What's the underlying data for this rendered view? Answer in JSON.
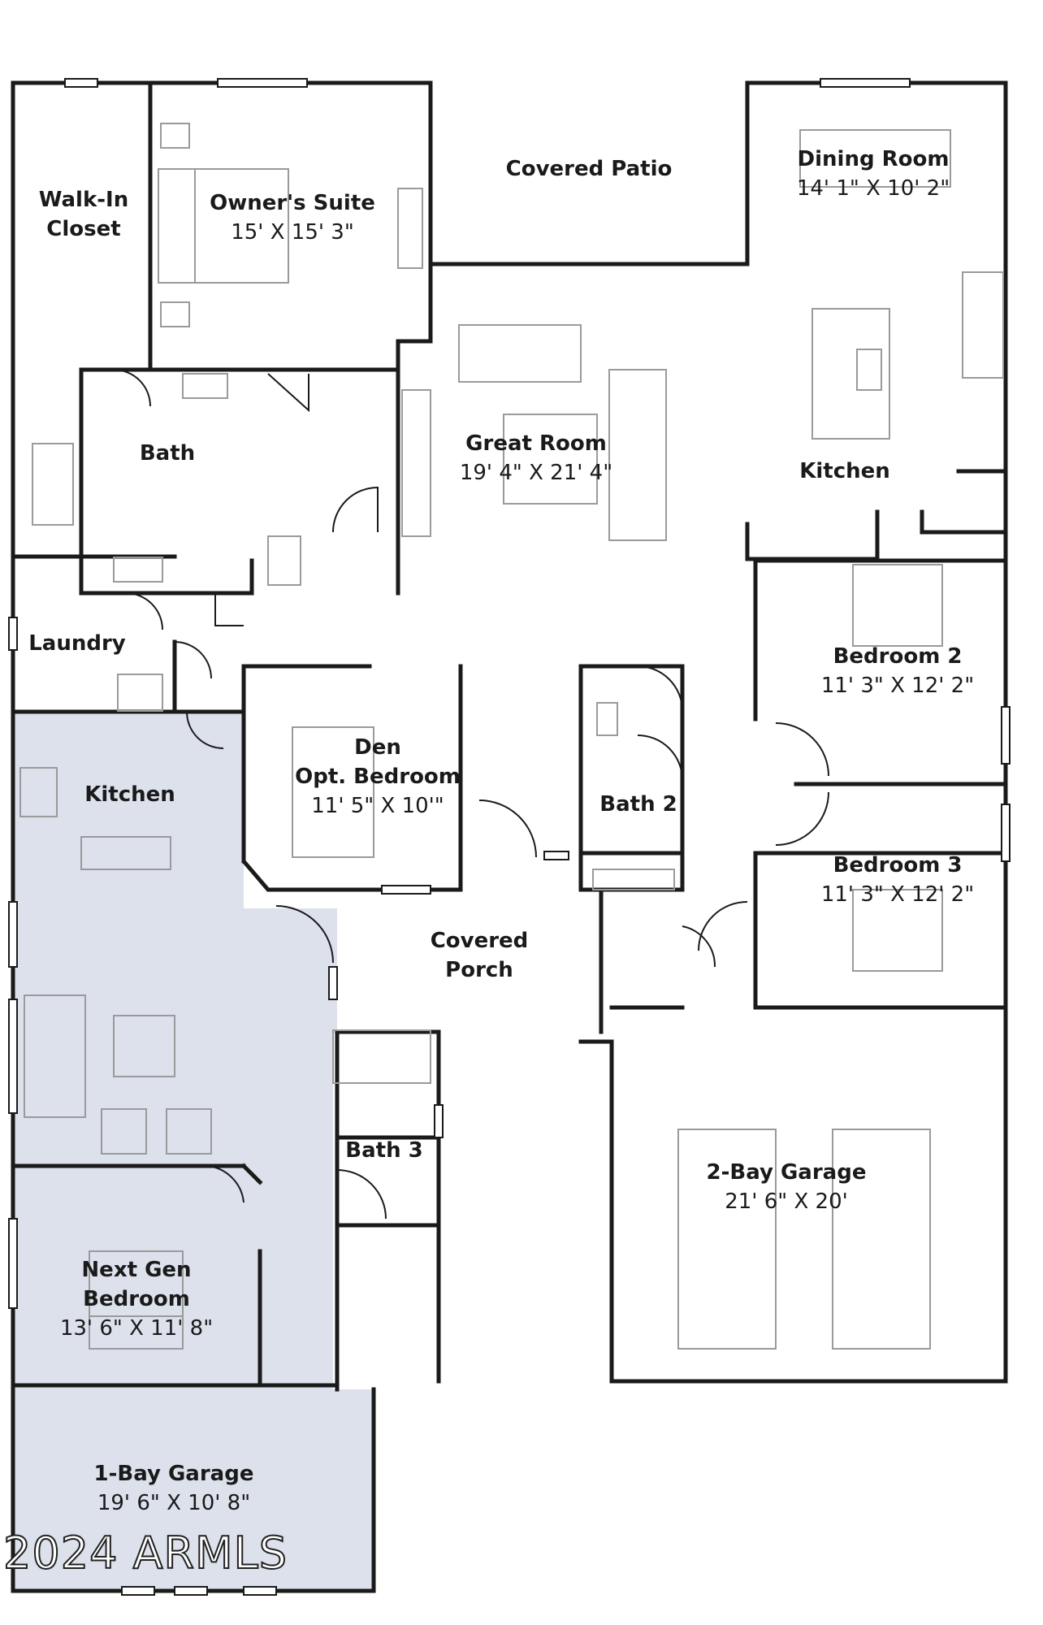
{
  "rooms": {
    "walk_in_closet": {
      "line1": "Walk-In",
      "line2": "Closet"
    },
    "owners_suite": {
      "name": "Owner's Suite",
      "dims": "15' X 15' 3\""
    },
    "covered_patio": {
      "name": "Covered Patio"
    },
    "dining_room": {
      "name": "Dining Room",
      "dims": "14' 1\" X 10' 2\""
    },
    "bath": {
      "name": "Bath"
    },
    "great_room": {
      "name": "Great Room",
      "dims": "19' 4\" X 21' 4\""
    },
    "kitchen": {
      "name": "Kitchen"
    },
    "laundry": {
      "name": "Laundry"
    },
    "bedroom_2": {
      "name": "Bedroom 2",
      "dims": "11' 3\" X 12' 2\""
    },
    "den": {
      "line1": "Den",
      "line2": "Opt. Bedroom",
      "dims": "11' 5\" X 10'\""
    },
    "nextgen_kitchen": {
      "name": "Kitchen"
    },
    "bath_2": {
      "name": "Bath 2"
    },
    "bedroom_3": {
      "name": "Bedroom 3",
      "dims": "11' 3\" X 12' 2\""
    },
    "covered_porch": {
      "line1": "Covered",
      "line2": "Porch"
    },
    "bath_3": {
      "name": "Bath 3"
    },
    "two_bay_garage": {
      "name": "2-Bay Garage",
      "dims": "21' 6\" X 20'"
    },
    "next_gen_bedroom": {
      "line1": "Next Gen",
      "line2": "Bedroom",
      "dims": "13' 6\" X 11' 8\""
    },
    "one_bay_garage": {
      "name": "1-Bay Garage",
      "dims": "19' 6\" X 10' 8\""
    }
  },
  "watermark": "2024 ARMLS",
  "colors": {
    "next_gen_suite_fill": "#dde1ec",
    "walls": "#1a1a1a",
    "furniture": "#9a9a9a"
  }
}
